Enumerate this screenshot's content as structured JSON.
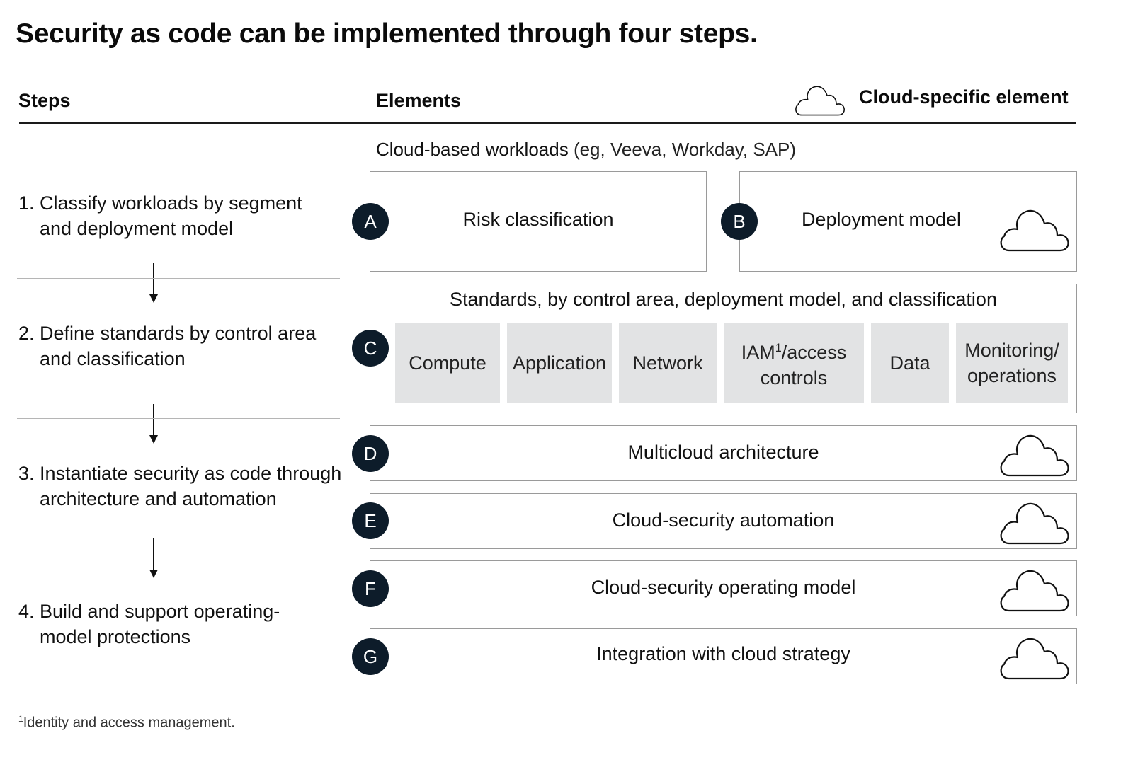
{
  "title": "Security as code can be implemented through four steps.",
  "columns": {
    "steps": "Steps",
    "elements": "Elements"
  },
  "legend": {
    "label": "Cloud-specific element",
    "icon": "cloud-icon"
  },
  "steps": [
    {
      "number": "1.",
      "line1": "Classify workloads by segment",
      "line2": "and deployment model"
    },
    {
      "number": "2.",
      "line1": "Define standards by control area",
      "line2": "and classification"
    },
    {
      "number": "3.",
      "line1": "Instantiate security as code through",
      "line2": "architecture and automation"
    },
    {
      "number": "4.",
      "line1": "Build and support operating-",
      "line2": "model protections"
    }
  ],
  "workloads": {
    "main": "Cloud-based workloads",
    "note": " (eg, Veeva, Workday, SAP)"
  },
  "elements": {
    "a": {
      "letter": "A",
      "label": "Risk classification",
      "cloud": false
    },
    "b": {
      "letter": "B",
      "label": "Deployment model",
      "cloud": true
    },
    "c": {
      "letter": "C",
      "label": "Standards, by control area, deployment model, and classification",
      "areas": [
        {
          "line1": "Compute",
          "line2": ""
        },
        {
          "line1": "Application",
          "line2": ""
        },
        {
          "line1": "Network",
          "line2": ""
        },
        {
          "line1": "IAM",
          "sup": "1",
          "line1b": "/access",
          "line2": "controls"
        },
        {
          "line1": "Data",
          "line2": ""
        },
        {
          "line1": "Monitoring/",
          "line2": "operations"
        }
      ]
    },
    "d": {
      "letter": "D",
      "label": "Multicloud architecture",
      "cloud": true
    },
    "e": {
      "letter": "E",
      "label": "Cloud-security automation",
      "cloud": true
    },
    "f": {
      "letter": "F",
      "label": "Cloud-security operating model",
      "cloud": true
    },
    "g": {
      "letter": "G",
      "label": "Integration with cloud strategy",
      "cloud": true
    }
  },
  "footnote": {
    "marker": "1",
    "text": "Identity and access management."
  },
  "colors": {
    "badge": "#0d1c2a",
    "cell_fill": "#e2e3e4",
    "box_border": "#9a9a9a"
  }
}
